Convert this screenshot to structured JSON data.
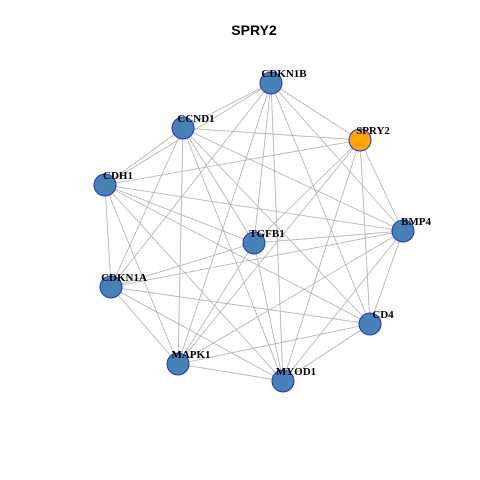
{
  "title": "SPRY2",
  "colors": {
    "default_node": "#4682B4",
    "highlight_node": "#FFA500",
    "node_border": "#2233cc",
    "edge": "#b0b0b0"
  },
  "nodes": [
    {
      "id": "CDKN1B",
      "label": "CDKN1B",
      "highlight": false
    },
    {
      "id": "CCND1",
      "label": "CCND1",
      "highlight": false
    },
    {
      "id": "SPRY2",
      "label": "SPRY2",
      "highlight": true
    },
    {
      "id": "CDH1",
      "label": "CDH1",
      "highlight": false
    },
    {
      "id": "BMP4",
      "label": "BMP4",
      "highlight": false
    },
    {
      "id": "TGFB1",
      "label": "TGFB1",
      "highlight": false
    },
    {
      "id": "CDKN1A",
      "label": "CDKN1A",
      "highlight": false
    },
    {
      "id": "CD4",
      "label": "CD4",
      "highlight": false
    },
    {
      "id": "MAPK1",
      "label": "MAPK1",
      "highlight": false
    },
    {
      "id": "MYOD1",
      "label": "MYOD1",
      "highlight": false
    }
  ],
  "edges": [
    [
      "CDKN1B",
      "CCND1"
    ],
    [
      "CDKN1B",
      "SPRY2"
    ],
    [
      "CDKN1B",
      "CDH1"
    ],
    [
      "CDKN1B",
      "BMP4"
    ],
    [
      "CDKN1B",
      "TGFB1"
    ],
    [
      "CDKN1B",
      "CDKN1A"
    ],
    [
      "CDKN1B",
      "CD4"
    ],
    [
      "CDKN1B",
      "MAPK1"
    ],
    [
      "CDKN1B",
      "MYOD1"
    ],
    [
      "CCND1",
      "SPRY2"
    ],
    [
      "CCND1",
      "CDH1"
    ],
    [
      "CCND1",
      "BMP4"
    ],
    [
      "CCND1",
      "TGFB1"
    ],
    [
      "CCND1",
      "CDKN1A"
    ],
    [
      "CCND1",
      "CD4"
    ],
    [
      "CCND1",
      "MAPK1"
    ],
    [
      "CCND1",
      "MYOD1"
    ],
    [
      "SPRY2",
      "CDH1"
    ],
    [
      "SPRY2",
      "BMP4"
    ],
    [
      "SPRY2",
      "TGFB1"
    ],
    [
      "SPRY2",
      "CD4"
    ],
    [
      "SPRY2",
      "MAPK1"
    ],
    [
      "SPRY2",
      "MYOD1"
    ],
    [
      "CDH1",
      "BMP4"
    ],
    [
      "CDH1",
      "TGFB1"
    ],
    [
      "CDH1",
      "CDKN1A"
    ],
    [
      "CDH1",
      "CD4"
    ],
    [
      "CDH1",
      "MAPK1"
    ],
    [
      "CDH1",
      "MYOD1"
    ],
    [
      "BMP4",
      "TGFB1"
    ],
    [
      "BMP4",
      "CDKN1A"
    ],
    [
      "BMP4",
      "CD4"
    ],
    [
      "BMP4",
      "MAPK1"
    ],
    [
      "BMP4",
      "MYOD1"
    ],
    [
      "TGFB1",
      "CDKN1A"
    ],
    [
      "TGFB1",
      "MAPK1"
    ],
    [
      "TGFB1",
      "MYOD1"
    ],
    [
      "CDKN1A",
      "CD4"
    ],
    [
      "CDKN1A",
      "MAPK1"
    ],
    [
      "CDKN1A",
      "MYOD1"
    ],
    [
      "CD4",
      "MAPK1"
    ],
    [
      "CD4",
      "MYOD1"
    ],
    [
      "MAPK1",
      "MYOD1"
    ]
  ]
}
